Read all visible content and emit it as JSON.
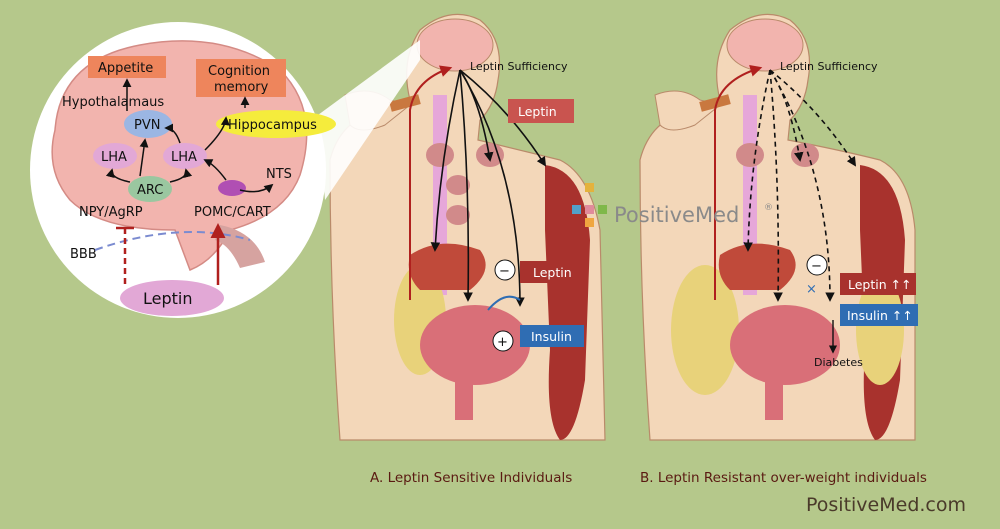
{
  "colors": {
    "background": "#b5c88b",
    "skin": "#f3d7b9",
    "brain": "#f2b4ae",
    "leptin_box": "#a8322d",
    "leptin_box_light": "#c9544f",
    "insulin_box": "#2f6db3",
    "hippocampus": "#f5ec3c",
    "node_blue": "#9bb6e3",
    "node_pink": "#e2a8d6",
    "node_green": "#9ac7a0",
    "output_box": "#ee855c"
  },
  "brain_panel": {
    "appetite": "Appetite",
    "cognition_line1": "Cognition",
    "cognition_line2": "memory",
    "hypothalamus": "Hypothalamaus",
    "pvn": "PVN",
    "lha_left": "LHA",
    "lha_right": "LHA",
    "hippocampus": "Hippocampus",
    "arc": "ARC",
    "nts": "NTS",
    "npy": "NPY/AgRP",
    "pomc": "POMC/CART",
    "bbb": "BBB",
    "leptin": "Leptin"
  },
  "panel_a": {
    "sufficiency": "Leptin Sufficiency",
    "leptin_tag": "Leptin",
    "leptin_box": "Leptin",
    "insulin_box": "Insulin",
    "minus": "−",
    "plus": "+",
    "caption": "A. Leptin Sensitive Individuals"
  },
  "panel_b": {
    "sufficiency": "Leptin Sufficiency",
    "leptin_box": "Leptin ↑↑",
    "insulin_box": "Insulin ↑↑",
    "diabetes": "Diabetes",
    "minus": "−",
    "caption": "B. Leptin Resistant over-weight individuals"
  },
  "watermark": {
    "logo_text": "PositiveMed",
    "registered": "®",
    "footer": "PositiveMed.com"
  }
}
